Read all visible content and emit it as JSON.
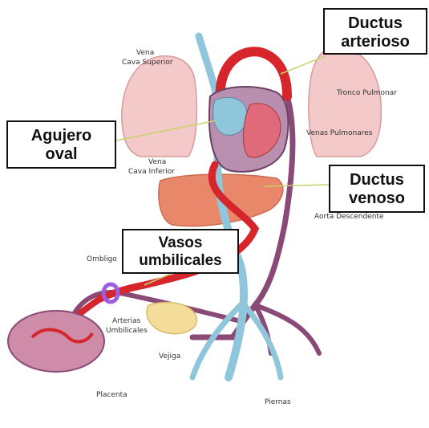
{
  "callouts": {
    "ductus_arterioso": [
      "Ductus",
      "arterioso"
    ],
    "agujero_oval": [
      "Agujero",
      "oval"
    ],
    "ductus_venoso": [
      "Ductus",
      "venoso"
    ],
    "vasos_umbilicales": [
      "Vasos",
      "umbilicales"
    ]
  },
  "labels": {
    "vena_cava_superior": [
      "Vena",
      "Cava Superior"
    ],
    "tronco_pulmonar": "Tronco Pulmonar",
    "venas_pulmonares": "Venas Pulmonares",
    "vena_cava_inferior": [
      "Vena",
      "Cava Inferior"
    ],
    "aorta_descendente": "Aorta Descendente",
    "ombligo": "Ombligo",
    "arterias_umbilicales": [
      "Arterias",
      "Umbilicales"
    ],
    "vejiga": "Vejiga",
    "placenta": "Placenta",
    "piernas": "Piernas"
  },
  "colors": {
    "artery_red": "#d7262b",
    "vein_blue": "#8fc6dc",
    "mixed_purple": "#8a4a78",
    "lung_pink": "#f3c9c9",
    "liver_orange": "#e8876a",
    "heart_purple": "#b98fb0",
    "bladder_yellow": "#f4dd9a",
    "ombligo_ring": "#9b5ee0"
  }
}
